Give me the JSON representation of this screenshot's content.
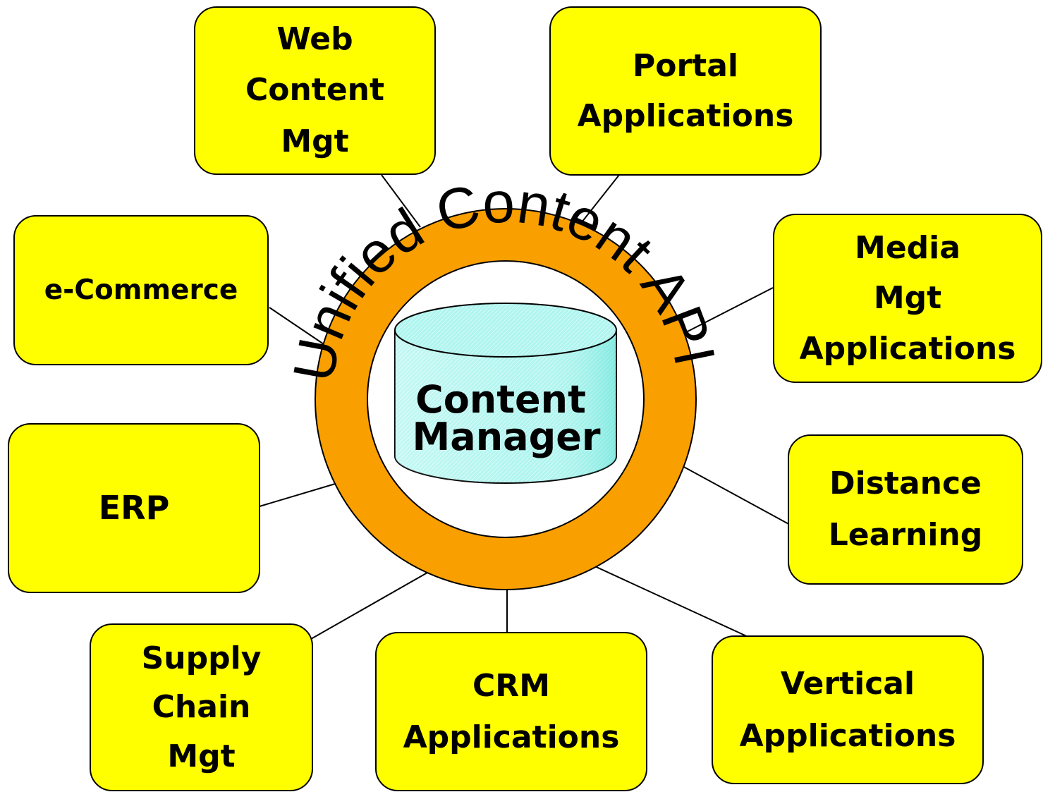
{
  "ring": {
    "label": "Unified Content API",
    "fill": "#f99f00",
    "label_color": "#000000"
  },
  "database": {
    "label_line1": "Content",
    "label_line2": "Manager",
    "fill": "#aff5ef"
  },
  "box_fill": "#ffff00",
  "boxes": {
    "web": {
      "lines": [
        "Web",
        "Content",
        "Mgt"
      ]
    },
    "portal": {
      "lines": [
        "Portal",
        "Applications"
      ]
    },
    "ecommerce": {
      "lines": [
        "e-Commerce"
      ]
    },
    "media": {
      "lines": [
        "Media",
        "Mgt",
        "Applications"
      ]
    },
    "erp": {
      "lines": [
        "ERP"
      ]
    },
    "distance": {
      "lines": [
        "Distance",
        "Learning"
      ]
    },
    "supply": {
      "lines": [
        "Supply",
        "Chain",
        "Mgt"
      ]
    },
    "crm": {
      "lines": [
        "CRM",
        "Applications"
      ]
    },
    "vertical": {
      "lines": [
        "Vertical",
        "Applications"
      ]
    }
  }
}
